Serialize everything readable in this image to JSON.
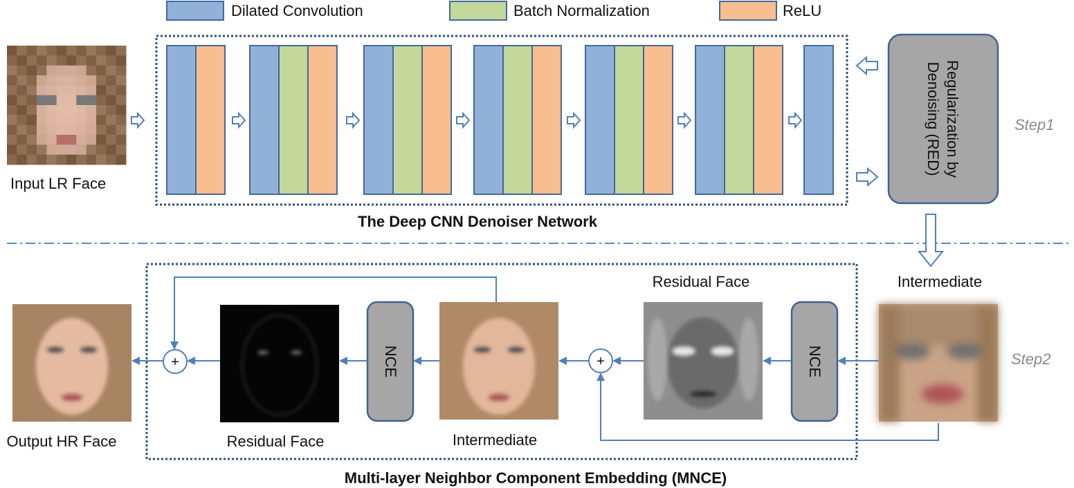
{
  "legend": [
    {
      "label": "Dilated Convolution",
      "color": "#92b1d9"
    },
    {
      "label": "Batch Normalization",
      "color": "#c3d89a"
    },
    {
      "label": "ReLU",
      "color": "#f9be8f"
    }
  ],
  "colors": {
    "conv": "#92b1d9",
    "bn": "#c3d89a",
    "relu": "#f9be8f",
    "stroke": "#41699e",
    "arrow": "#4f7fbd",
    "block_fill": "#a6a6a6",
    "block_stroke": "#3f6292"
  },
  "labels": {
    "input_lr_face": "Input LR Face",
    "denoiser_title": "The Deep CNN Denoiser Network",
    "red_line1": "Regularization by",
    "red_line2": "Denoising (RED)",
    "step1": "Step1",
    "step2": "Step2",
    "intermediate_right": "Intermediate",
    "residual_face_top": "Residual Face",
    "nce_right": "NCE",
    "nce_left": "NCE",
    "intermediate_mid": "Intermediate",
    "residual_face_bottom": "Residual Face",
    "output_hr_face": "Output HR Face",
    "mnce_title": "Multi-layer Neighbor Component Embedding (MNCE)",
    "plus": "+"
  },
  "layer_groups": [
    [
      "conv",
      "relu"
    ],
    [
      "conv",
      "bn",
      "relu"
    ],
    [
      "conv",
      "bn",
      "relu"
    ],
    [
      "conv",
      "bn",
      "relu"
    ],
    [
      "conv",
      "bn",
      "relu"
    ],
    [
      "conv",
      "bn",
      "relu"
    ],
    [
      "conv"
    ]
  ]
}
